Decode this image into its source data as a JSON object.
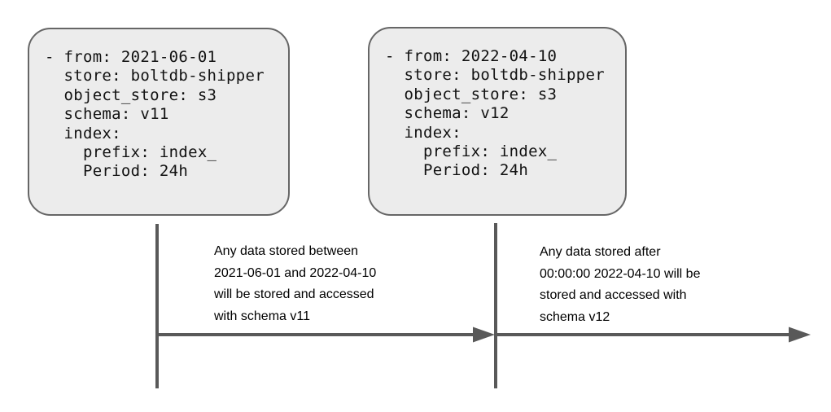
{
  "diagram": {
    "colors": {
      "background": "#ffffff",
      "box_fill": "#ececec",
      "box_border": "#666666",
      "line_color": "#595959",
      "code_text": "#111111",
      "annotation_text": "#000000"
    },
    "boxes": [
      {
        "id": "schema-v11",
        "code": "- from: 2021-06-01\n  store: boltdb-shipper\n  object_store: s3\n  schema: v11\n  index:\n    prefix: index_\n    Period: 24h"
      },
      {
        "id": "schema-v12",
        "code": "- from: 2022-04-10\n  store: boltdb-shipper\n  object_store: s3\n  schema: v12\n  index:\n    prefix: index_\n    Period: 24h"
      }
    ],
    "annotations": [
      {
        "id": "v11-period",
        "text": "Any data stored between\n2021-06-01 and 2022-04-10\nwill be stored and accessed\nwith schema v11"
      },
      {
        "id": "v12-period",
        "text": "Any data stored after\n00:00:00 2022-04-10 will be\nstored and accessed with\nschema v12"
      }
    ]
  }
}
